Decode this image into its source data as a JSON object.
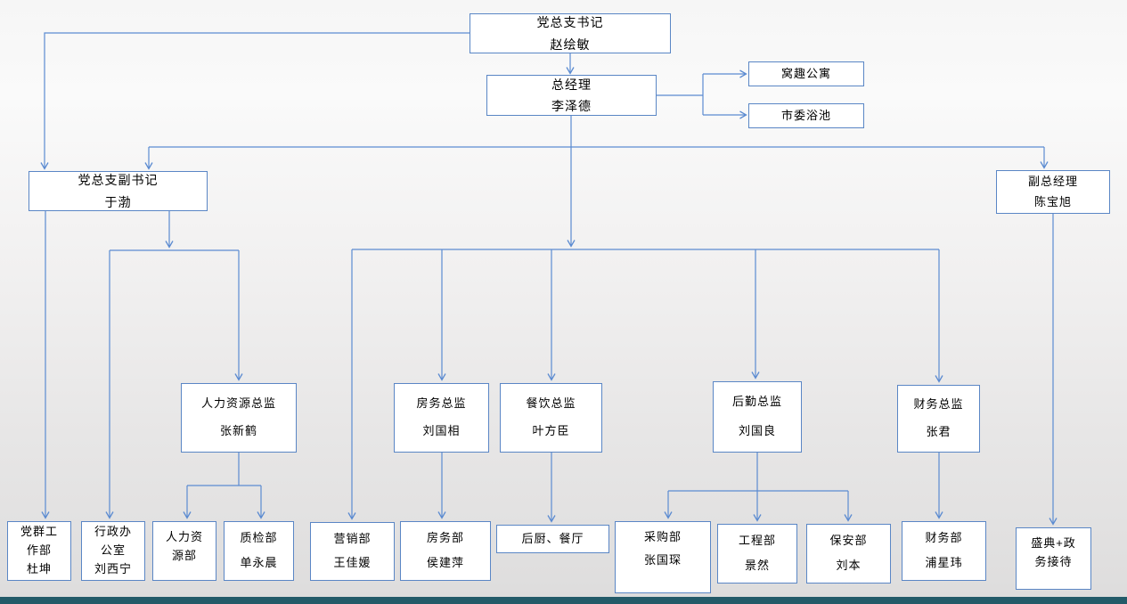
{
  "org": {
    "nodes": [
      {
        "id": "secretary",
        "lines": [
          "党总支书记",
          "赵绘敏"
        ]
      },
      {
        "id": "gm",
        "lines": [
          "总经理",
          "李泽德"
        ]
      },
      {
        "id": "woqu",
        "lines": [
          "窝趣公寓"
        ]
      },
      {
        "id": "bath",
        "lines": [
          "市委浴池"
        ]
      },
      {
        "id": "deputy_secretary",
        "lines": [
          "党总支副书记",
          "于渤"
        ]
      },
      {
        "id": "deputy_gm",
        "lines": [
          "副总经理",
          "陈宝旭"
        ]
      },
      {
        "id": "hr_director",
        "lines": [
          "人力资源总监",
          "张新鹤"
        ]
      },
      {
        "id": "rooms_director",
        "lines": [
          "房务总监",
          "刘国相"
        ]
      },
      {
        "id": "catering_director",
        "lines": [
          "餐饮总监",
          "叶方臣"
        ]
      },
      {
        "id": "logistics_director",
        "lines": [
          "后勤总监",
          "刘国良"
        ]
      },
      {
        "id": "finance_director",
        "lines": [
          "财务总监",
          "张君"
        ]
      },
      {
        "id": "party_masses",
        "lines": [
          "党群工",
          "作部",
          "杜坤"
        ]
      },
      {
        "id": "admin_office",
        "lines": [
          "行政办",
          "公室",
          "刘西宁"
        ]
      },
      {
        "id": "hr_dept",
        "lines": [
          "人力资",
          "源部"
        ]
      },
      {
        "id": "quality",
        "lines": [
          "质检部",
          "单永晨"
        ]
      },
      {
        "id": "marketing",
        "lines": [
          "营销部",
          "王佳媛"
        ]
      },
      {
        "id": "rooms_dept",
        "lines": [
          "房务部",
          "侯建萍"
        ]
      },
      {
        "id": "kitchen",
        "lines": [
          "后厨、餐厅"
        ]
      },
      {
        "id": "purchasing",
        "lines": [
          "采购部",
          "张国琛"
        ]
      },
      {
        "id": "engineering",
        "lines": [
          "工程部",
          "景然"
        ]
      },
      {
        "id": "security",
        "lines": [
          "保安部",
          "刘本"
        ]
      },
      {
        "id": "finance_dept",
        "lines": [
          "财务部",
          "浦星玮"
        ]
      },
      {
        "id": "events",
        "lines": [
          "盛典+政",
          "务接待"
        ]
      }
    ],
    "edges": [
      [
        "secretary",
        "gm"
      ],
      [
        "secretary",
        "deputy_secretary"
      ],
      [
        "gm",
        "woqu"
      ],
      [
        "gm",
        "bath"
      ],
      [
        "gm",
        "deputy_secretary"
      ],
      [
        "gm",
        "deputy_gm"
      ],
      [
        "gm",
        "marketing"
      ],
      [
        "gm",
        "rooms_director"
      ],
      [
        "gm",
        "catering_director"
      ],
      [
        "gm",
        "logistics_director"
      ],
      [
        "gm",
        "finance_director"
      ],
      [
        "deputy_secretary",
        "party_masses"
      ],
      [
        "deputy_secretary",
        "admin_office"
      ],
      [
        "deputy_secretary",
        "hr_director"
      ],
      [
        "hr_director",
        "hr_dept"
      ],
      [
        "hr_director",
        "quality"
      ],
      [
        "rooms_director",
        "rooms_dept"
      ],
      [
        "catering_director",
        "kitchen"
      ],
      [
        "logistics_director",
        "purchasing"
      ],
      [
        "logistics_director",
        "engineering"
      ],
      [
        "logistics_director",
        "security"
      ],
      [
        "finance_director",
        "finance_dept"
      ],
      [
        "deputy_gm",
        "events"
      ]
    ],
    "colors": {
      "line": "#5b8bd1",
      "box_border": "#5a86c5",
      "box_fill": "#ffffff",
      "text": "#000000",
      "footer_bar": "#235a68"
    }
  }
}
